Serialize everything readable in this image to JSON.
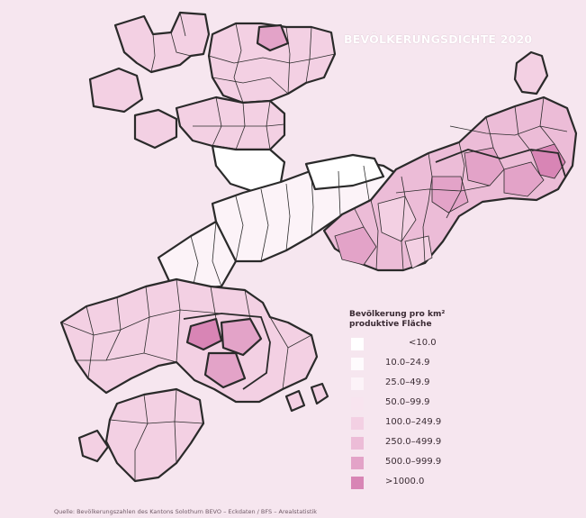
{
  "map": {
    "title": "BEVÖLKERUNGSDICHTE 2020",
    "legend": {
      "heading_line1": "Bevölkerung pro km²",
      "heading_line2": "produktive Fläche",
      "classes": [
        {
          "label": "<10.0",
          "color": "#ffffff"
        },
        {
          "label": "10.0–24.9",
          "color": "#fefbfd"
        },
        {
          "label": "25.0–49.9",
          "color": "#fcf3f8"
        },
        {
          "label": "50.0–99.9",
          "color": "#f8e4ef"
        },
        {
          "label": "100.0–249.9",
          "color": "#f3d0e3"
        },
        {
          "label": "250.0–499.9",
          "color": "#ecbcd7"
        },
        {
          "label": "500.0–999.9",
          "color": "#e3a3c8"
        },
        {
          "label": ">1000.0",
          "color": "#d885b5"
        }
      ]
    },
    "source": "Quelle: Bevölkerungszahlen des Kantons Solothurn BEVO – Eckdaten / BFS – Arealstatistik"
  }
}
